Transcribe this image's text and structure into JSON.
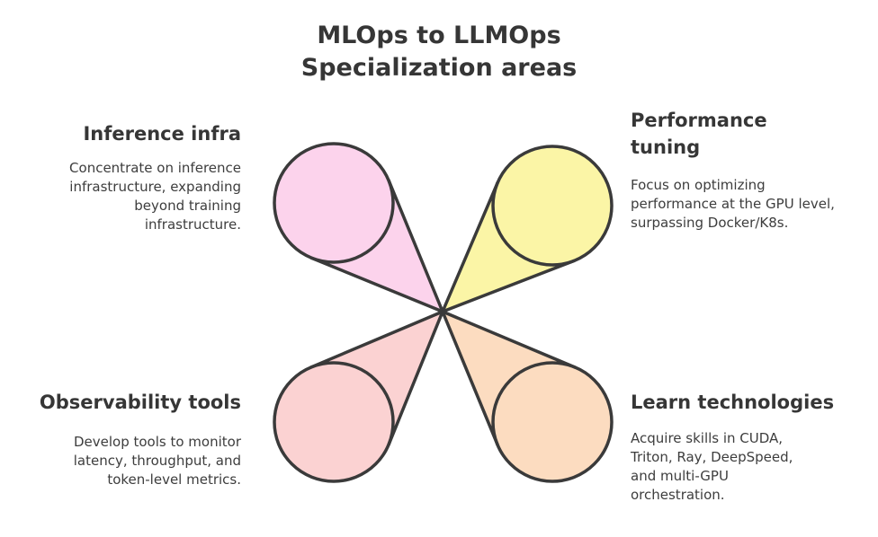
{
  "title": {
    "line1": "MLOps to LLMOps",
    "line2": "Specialization areas"
  },
  "areas": [
    {
      "heading": "Inference infra",
      "description": "Concentrate on inference infrastructure, expanding beyond training infrastructure.",
      "color": "#fcd3ec"
    },
    {
      "heading": "Performance tuning",
      "description": "Focus on optimizing performance at the GPU level, surpassing Docker/K8s.",
      "color": "#fbf5a6"
    },
    {
      "heading": "Observability tools",
      "description": "Develop tools to monitor latency, throughput, and token-level metrics.",
      "color": "#fbd2d2"
    },
    {
      "heading": "Learn technologies",
      "description": "Acquire skills in CUDA, Triton, Ray, DeepSpeed, and multi-GPU orchestration.",
      "color": "#fcdcc0"
    }
  ],
  "colors": {
    "outline": "#3a3a3a",
    "text": "#363636"
  }
}
